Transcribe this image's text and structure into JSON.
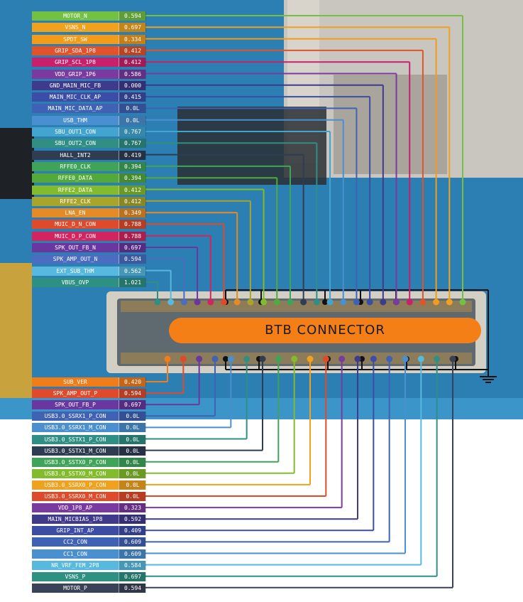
{
  "diagram": {
    "title": "BTB CONNECTOR",
    "colors": {
      "board": "#2c7fb2",
      "trace": "#3c95c8",
      "connector_body": "#5e6a70",
      "connector_frame": "#d4cfc4",
      "badge": "#f57f17",
      "ground": "#111111"
    },
    "top_signals": [
      {
        "name": "MOTOR_N",
        "value": "0.594",
        "color": "#74c043"
      },
      {
        "name": "VSNS_N",
        "value": "0.697",
        "color": "#f0a11e"
      },
      {
        "name": "SPDT_SW",
        "value": "0.334",
        "color": "#f39b1a"
      },
      {
        "name": "GRIP_SDA_1P8",
        "value": "0.412",
        "color": "#e0532b"
      },
      {
        "name": "GRIP_SCL_1P8",
        "value": "0.412",
        "color": "#c8206a"
      },
      {
        "name": "VDD_GRIP_1P6",
        "value": "0.586",
        "color": "#7b3aa0"
      },
      {
        "name": "GND_MAIN_MIC_FB",
        "value": "0.000",
        "color": "#3e3a8c"
      },
      {
        "name": "MAIN_MIC_CLK_AP",
        "value": "0.415",
        "color": "#3c4da6"
      },
      {
        "name": "MAIN_MIC_DATA_AP",
        "value": "0.0L",
        "color": "#3f62b5"
      },
      {
        "name": "USB_THM",
        "value": "0.0L",
        "color": "#4a8fcf"
      },
      {
        "name": "SBU_OUT1_CON",
        "value": "0.767",
        "color": "#43a5cf"
      },
      {
        "name": "SBU_OUT2_CON",
        "value": "0.767",
        "color": "#2f8f84"
      },
      {
        "name": "HALL_INT2",
        "value": "0.419",
        "color": "#2f3d52"
      },
      {
        "name": "RFFE0_CLK",
        "value": "0.394",
        "color": "#3fa45a"
      },
      {
        "name": "RFFE0_DATA",
        "value": "0.394",
        "color": "#53a93a"
      },
      {
        "name": "RFFE2_DATA",
        "value": "0.412",
        "color": "#82bb2c"
      },
      {
        "name": "RFFE2_CLK",
        "value": "0.412",
        "color": "#a9a42a"
      },
      {
        "name": "LNA_EN",
        "value": "0.349",
        "color": "#e58a24"
      },
      {
        "name": "MUIC_D_N_CON",
        "value": "0.788",
        "color": "#df4a2a"
      },
      {
        "name": "MUIC_D_P_CON",
        "value": "0.788",
        "color": "#d2245e"
      },
      {
        "name": "SPK_OUT_FB_N",
        "value": "0.697",
        "color": "#6a36a0"
      },
      {
        "name": "SPK_AMP_OUT_N",
        "value": "0.594",
        "color": "#4a6cc1"
      },
      {
        "name": "EXT_SUB_THM",
        "value": "0.562",
        "color": "#56b9dd"
      },
      {
        "name": "VBUS_OVP",
        "value": "1.021",
        "color": "#2e8f83"
      }
    ],
    "bottom_signals": [
      {
        "name": "SUB_VER",
        "value": "0.420",
        "color": "#ef7d1a"
      },
      {
        "name": "SPK_AMP_OUT_P",
        "value": "0.594",
        "color": "#df4a2a"
      },
      {
        "name": "SPK_OUT_FB_P",
        "value": "0.697",
        "color": "#6a36a0"
      },
      {
        "name": "USB3.0_SSRX1_P_CON",
        "value": "0.0L",
        "color": "#3f62b5"
      },
      {
        "name": "USB3.0_SSRX1_M_CON",
        "value": "0.0L",
        "color": "#4a8fcf"
      },
      {
        "name": "USB3.0_SSTX1_P_CON",
        "value": "0.0L",
        "color": "#2f8f84"
      },
      {
        "name": "USB3.0_SSTX1_M_CON",
        "value": "0.0L",
        "color": "#2f3d52"
      },
      {
        "name": "USB3.0_SSTX0_P_CON",
        "value": "0.0L",
        "color": "#3fa45a"
      },
      {
        "name": "USB3.0_SSTX0_M_CON",
        "value": "0.0L",
        "color": "#82bb2c"
      },
      {
        "name": "USB3.0_SSRX0_P_CON",
        "value": "0.0L",
        "color": "#f0a11e"
      },
      {
        "name": "USB3.0_SSRX0_M_CON",
        "value": "0.0L",
        "color": "#df4a2a"
      },
      {
        "name": "VDD_1P8_AP",
        "value": "0.323",
        "color": "#7b3aa0"
      },
      {
        "name": "MAIN_MICBIAS_1P8",
        "value": "0.592",
        "color": "#3e3a8c"
      },
      {
        "name": "GRIP_INT_AP",
        "value": "0.409",
        "color": "#3c4da6"
      },
      {
        "name": "CC2_CON",
        "value": "0.609",
        "color": "#3f62b5"
      },
      {
        "name": "CC1_CON",
        "value": "0.609",
        "color": "#4a8fcf"
      },
      {
        "name": "NR_VRF_FEM_2P8",
        "value": "0.584",
        "color": "#56b9dd"
      },
      {
        "name": "VSNS_P",
        "value": "0.697",
        "color": "#2e8f83"
      },
      {
        "name": "MOTOR_P",
        "value": "0.594",
        "color": "#3a4257"
      }
    ]
  }
}
